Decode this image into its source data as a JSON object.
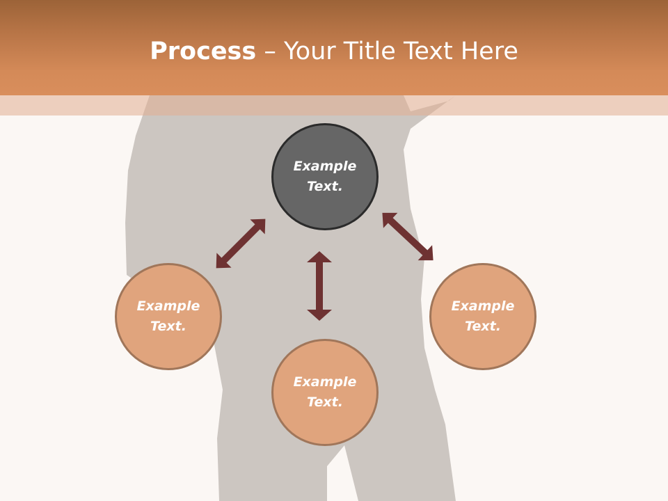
{
  "title": {
    "bold": "Process",
    "rest": " – Your Title Text Here"
  },
  "nodes": {
    "top": [
      "Example",
      "Text."
    ],
    "left": [
      "Example",
      "Text."
    ],
    "bottom": [
      "Example",
      "Text."
    ],
    "right": [
      "Example",
      "Text."
    ]
  },
  "colors": {
    "header": "#d48a58",
    "central_node": "#666666",
    "outer_node": "#e0a47d",
    "arrow": "#6e3232",
    "background": "#fbf7f4"
  }
}
